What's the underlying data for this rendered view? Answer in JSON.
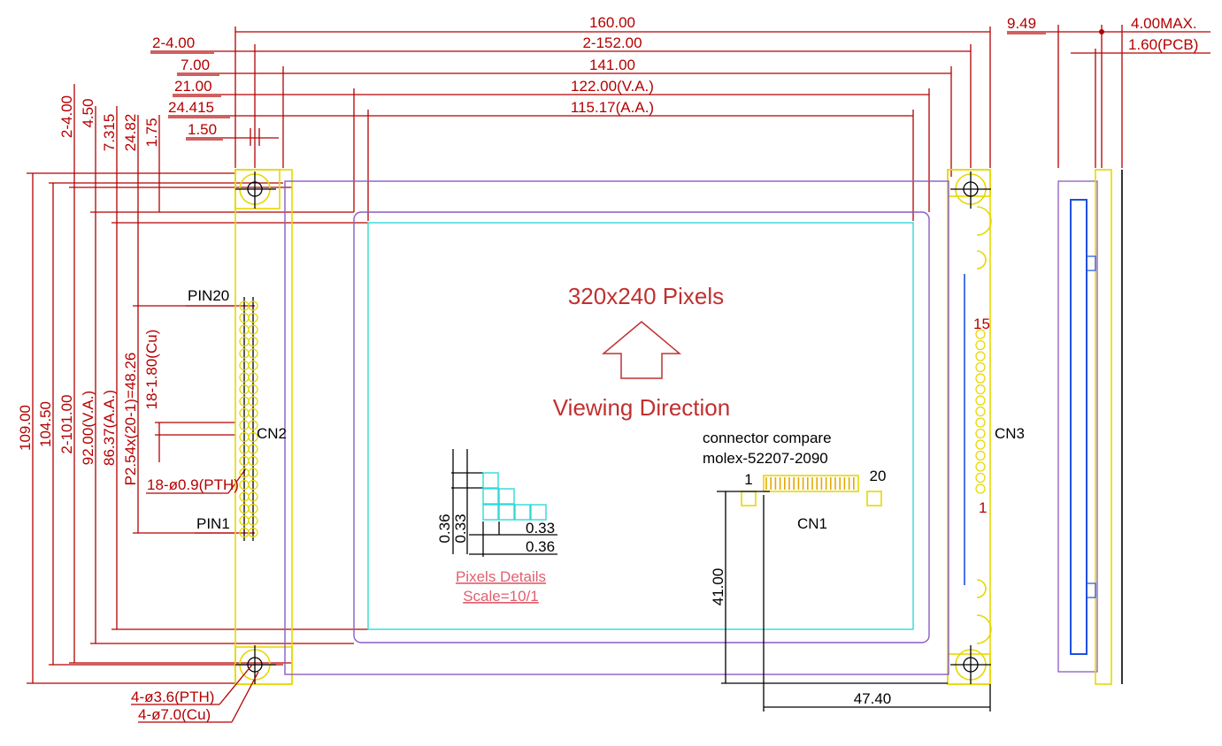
{
  "top_dims": {
    "d160": "160.00",
    "d152": "2-152.00",
    "d141": "141.00",
    "d122": "122.00(V.A.)",
    "d115": "115.17(A.A.)",
    "d2_4": "2-4.00",
    "d7": "7.00",
    "d21": "21.00",
    "d24415": "24.415",
    "d150": "1.50"
  },
  "side_dims": {
    "d949": "9.49",
    "d4max": "4.00MAX.",
    "d160pcb": "1.60(PCB)"
  },
  "left_dims": {
    "d109": "109.00",
    "d1045": "104.50",
    "d101": "2-101.00",
    "d92": "92.00(V.A.)",
    "d8637": "86.37(A.A.)",
    "pitch": "P2.54x(20-1)=48.26",
    "pad": "18-1.80(Cu)",
    "v2_4": "2-4.00",
    "v450": "4.50",
    "v7315": "7.315",
    "v2482": "24.82",
    "v175": "1.75"
  },
  "labels": {
    "pixels": "320x240 Pixels",
    "viewing": "Viewing Direction",
    "connector1": "connector compare",
    "connector2": "molex-52207-2090",
    "pin20": "PIN20",
    "pin1": "PIN1",
    "cn2": "CN2",
    "cn3": "CN3",
    "cn1": "CN1",
    "cn1_left": "1",
    "cn1_right": "20",
    "cn3_top": "15",
    "cn3_bot": "1",
    "pth": "18-ø0.9(PTH)",
    "hole1": "4-ø3.6(PTH)",
    "hole2": "4-ø7.0(Cu)",
    "d4140": "41.00",
    "d4740": "47.40"
  },
  "pixel_detail": {
    "title": "Pixels Details",
    "scale": "Scale=10/1",
    "d036v": "0.36",
    "d033v": "0.33",
    "d033h": "0.33",
    "d036h": "0.36"
  }
}
